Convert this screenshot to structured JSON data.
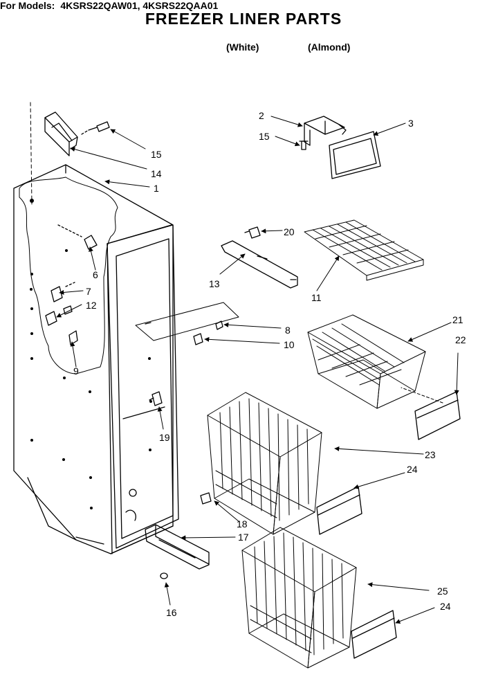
{
  "header": {
    "title": "FREEZER LINER PARTS",
    "for_models_label": "For Models:",
    "models": "4KSRS22QAW01, 4KSRS22QAA01",
    "color_white": "(White)",
    "color_almond": "(Almond)"
  },
  "callouts": [
    {
      "id": "1",
      "text": "1"
    },
    {
      "id": "2",
      "text": "2"
    },
    {
      "id": "3",
      "text": "3"
    },
    {
      "id": "6",
      "text": "6"
    },
    {
      "id": "7",
      "text": "7"
    },
    {
      "id": "8",
      "text": "8"
    },
    {
      "id": "9",
      "text": "9"
    },
    {
      "id": "10",
      "text": "10"
    },
    {
      "id": "11",
      "text": "11"
    },
    {
      "id": "12",
      "text": "12"
    },
    {
      "id": "13",
      "text": "13"
    },
    {
      "id": "14",
      "text": "14"
    },
    {
      "id": "15a",
      "text": "15"
    },
    {
      "id": "15b",
      "text": "15"
    },
    {
      "id": "16",
      "text": "16"
    },
    {
      "id": "17",
      "text": "17"
    },
    {
      "id": "18",
      "text": "18"
    },
    {
      "id": "19",
      "text": "19"
    },
    {
      "id": "20",
      "text": "20"
    },
    {
      "id": "21",
      "text": "21"
    },
    {
      "id": "22",
      "text": "22"
    },
    {
      "id": "23",
      "text": "23"
    },
    {
      "id": "24a",
      "text": "24"
    },
    {
      "id": "24b",
      "text": "24"
    },
    {
      "id": "25",
      "text": "25"
    }
  ]
}
